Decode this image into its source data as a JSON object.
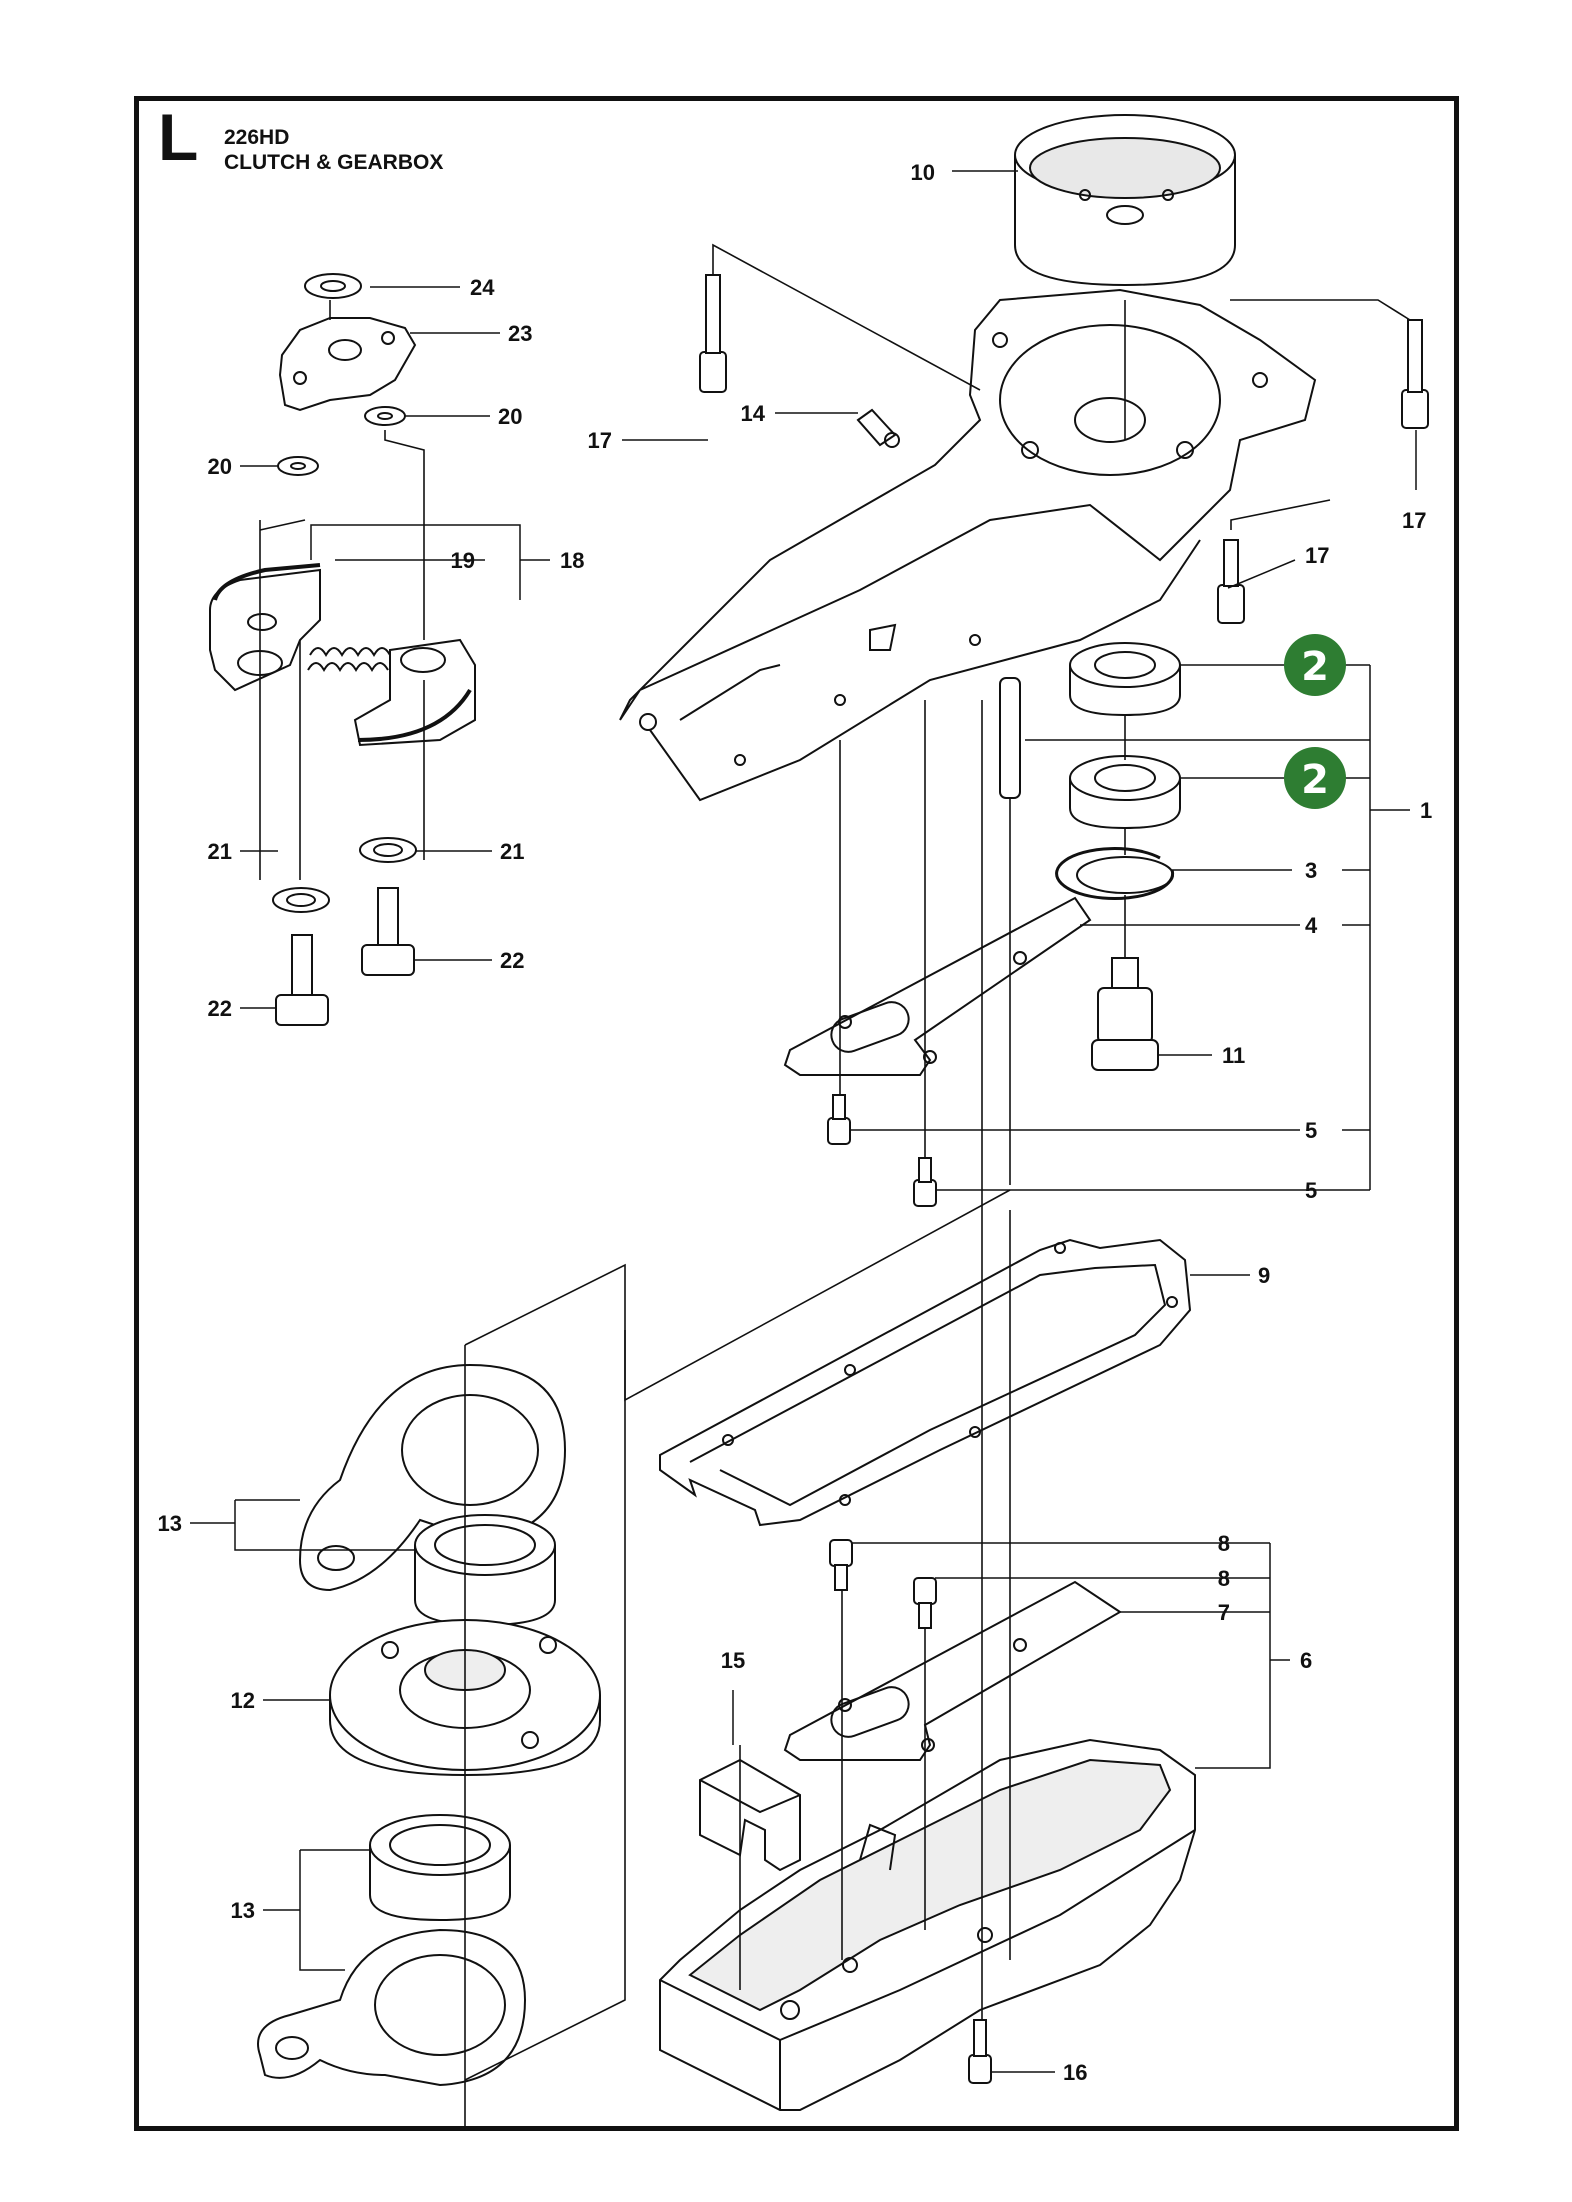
{
  "section": "L",
  "model": "226HD",
  "title": "CLUTCH & GEARBOX",
  "colors": {
    "line": "#111111",
    "highlight": "#2e7d32",
    "highlight_text": "#ffffff",
    "part_fill": "#ffffff",
    "part_shade": "#dcdcdc"
  },
  "callouts": {
    "c10": "10",
    "c24": "24",
    "c23": "23",
    "c20a": "20",
    "c20b": "20",
    "c17a": "17",
    "c14": "14",
    "c17b": "17",
    "c17c": "17",
    "c19": "19",
    "c18": "18",
    "c2a": "2",
    "c2b": "2",
    "c1": "1",
    "c3": "3",
    "c4": "4",
    "c21a": "21",
    "c21b": "21",
    "c22a": "22",
    "c22b": "22",
    "c11": "11",
    "c5a": "5",
    "c5b": "5",
    "c9": "9",
    "c13a": "13",
    "c8a": "8",
    "c8b": "8",
    "c7": "7",
    "c6": "6",
    "c15": "15",
    "c12": "12",
    "c13b": "13",
    "c16": "16"
  }
}
